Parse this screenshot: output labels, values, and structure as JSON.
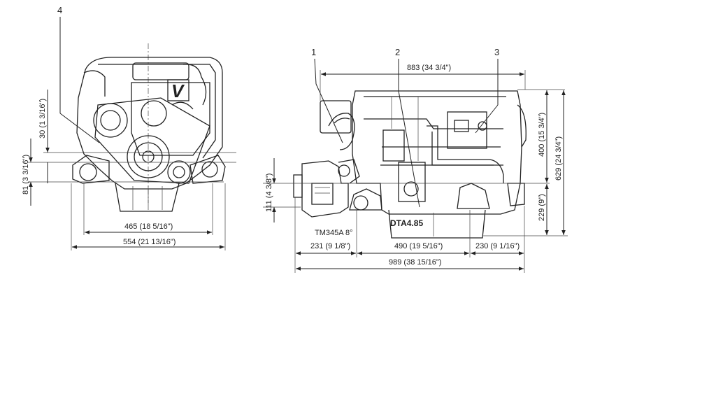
{
  "callouts": {
    "c1": "1",
    "c2": "2",
    "c3": "3",
    "c4": "4"
  },
  "front_view": {
    "dim_30": "30 (1 3/16\")",
    "dim_81": "81 (3 3/16\")",
    "dim_465": "465 (18 5/16\")",
    "dim_554": "554 (21 13/16\")",
    "logo": "V"
  },
  "side_view": {
    "dim_883": "883 (34 3/4\")",
    "dim_400": "400 (15 3/4\")",
    "dim_629": "629 (24 3/4\")",
    "dim_229": "229 (9\")",
    "dim_111": "111 (4 3/8\")",
    "dim_231": "231 (9 1/8\")",
    "dim_490": "490 (19 5/16\")",
    "dim_230": "230 (9 1/16\")",
    "dim_989": "989 (38 15/16\")",
    "gearbox": "TM345A 8°",
    "model": "DTA4.85"
  }
}
